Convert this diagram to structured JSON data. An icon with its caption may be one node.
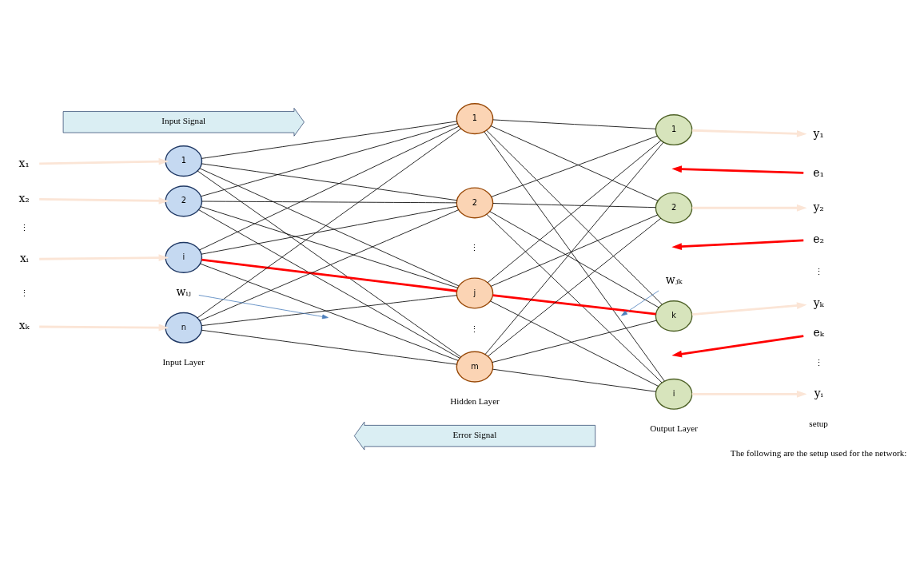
{
  "diagram": {
    "nodes": [
      {
        "text": [
          "Input Signal"
        ]
      },
      {
        "text": [
          "x₁"
        ]
      },
      {
        "text": [
          "x₂"
        ]
      },
      {
        "text": [
          "xᵢ"
        ]
      },
      {
        "text": [
          "xₖ"
        ]
      },
      {
        "text": [
          "1"
        ]
      },
      {
        "text": [
          "2"
        ]
      },
      {
        "text": [
          "i"
        ]
      },
      {
        "text": [
          "n"
        ]
      },
      {
        "text": [
          "1"
        ]
      },
      {
        "text": [
          "2"
        ]
      },
      {
        "text": [
          "j"
        ]
      },
      {
        "text": [
          "m"
        ]
      },
      {
        "text": [
          "1"
        ]
      },
      {
        "text": [
          "2"
        ]
      },
      {
        "text": [
          "k"
        ]
      },
      {
        "text": [
          "i"
        ]
      },
      {
        "text": [
          "y₁"
        ]
      },
      {
        "text": [
          "y₂"
        ]
      },
      {
        "text": [
          "yₖ"
        ]
      },
      {
        "text": [
          "yᵢ"
        ]
      },
      {
        "text": [
          "e₁"
        ]
      },
      {
        "text": [
          "e₂"
        ]
      },
      {
        "text": [
          "eₖ"
        ]
      },
      {
        "text": [
          "wᵢⱼ"
        ]
      },
      {
        "text": [
          "wⱼₖ"
        ]
      },
      {
        "text": [
          "Error Signal"
        ]
      }
    ],
    "edges": [
      {
        "from": 1,
        "to": 5,
        "arrow": "to",
        "style": "thick",
        "color": "#fbe5d6"
      },
      {
        "from": 2,
        "to": 6,
        "arrow": "to",
        "style": "thick",
        "color": "#fbe5d6"
      },
      {
        "from": 3,
        "to": 7,
        "arrow": "to",
        "style": "thick",
        "color": "#fbe5d6"
      },
      {
        "from": 4,
        "to": 8,
        "arrow": "to",
        "style": "thick",
        "color": "#fbe5d6"
      },
      {
        "from": 5,
        "to": 9,
        "arrow": "none"
      },
      {
        "from": 5,
        "to": 10,
        "arrow": "none"
      },
      {
        "from": 5,
        "to": 11,
        "arrow": "none"
      },
      {
        "from": 5,
        "to": 12,
        "arrow": "none"
      },
      {
        "from": 6,
        "to": 9,
        "arrow": "none"
      },
      {
        "from": 6,
        "to": 10,
        "arrow": "none"
      },
      {
        "from": 6,
        "to": 11,
        "arrow": "none"
      },
      {
        "from": 6,
        "to": 12,
        "arrow": "none"
      },
      {
        "from": 7,
        "to": 9,
        "arrow": "none"
      },
      {
        "from": 7,
        "to": 10,
        "arrow": "none"
      },
      {
        "from": 7,
        "to": 11,
        "arrow": "none",
        "style": "thick",
        "color": "#ff0000"
      },
      {
        "from": 7,
        "to": 12,
        "arrow": "none"
      },
      {
        "from": 8,
        "to": 9,
        "arrow": "none"
      },
      {
        "from": 8,
        "to": 10,
        "arrow": "none"
      },
      {
        "from": 8,
        "to": 11,
        "arrow": "none"
      },
      {
        "from": 8,
        "to": 12,
        "arrow": "none"
      },
      {
        "from": 9,
        "to": 13,
        "arrow": "none"
      },
      {
        "from": 9,
        "to": 14,
        "arrow": "none"
      },
      {
        "from": 9,
        "to": 15,
        "arrow": "none"
      },
      {
        "from": 9,
        "to": 16,
        "arrow": "none"
      },
      {
        "from": 10,
        "to": 13,
        "arrow": "none"
      },
      {
        "from": 10,
        "to": 14,
        "arrow": "none"
      },
      {
        "from": 10,
        "to": 15,
        "arrow": "none"
      },
      {
        "from": 10,
        "to": 16,
        "arrow": "none"
      },
      {
        "from": 11,
        "to": 13,
        "arrow": "none"
      },
      {
        "from": 11,
        "to": 14,
        "arrow": "none"
      },
      {
        "from": 11,
        "to": 15,
        "arrow": "none",
        "style": "thick",
        "color": "#ff0000"
      },
      {
        "from": 11,
        "to": 16,
        "arrow": "none"
      },
      {
        "from": 12,
        "to": 13,
        "arrow": "none"
      },
      {
        "from": 12,
        "to": 14,
        "arrow": "none"
      },
      {
        "from": 12,
        "to": 15,
        "arrow": "none"
      },
      {
        "from": 12,
        "to": 16,
        "arrow": "none"
      },
      {
        "from": 13,
        "to": 17,
        "arrow": "to",
        "style": "thick",
        "color": "#fbe5d6"
      },
      {
        "from": 14,
        "to": 18,
        "arrow": "to",
        "style": "thick",
        "color": "#fbe5d6"
      },
      {
        "from": 15,
        "to": 19,
        "arrow": "to",
        "style": "thick",
        "color": "#fbe5d6"
      },
      {
        "from": 16,
        "to": 20,
        "arrow": "to",
        "style": "thick",
        "color": "#fbe5d6"
      },
      {
        "from": 21,
        "to": null,
        "arrow": "to",
        "style": "thick",
        "color": "#ff0000"
      },
      {
        "from": 22,
        "to": null,
        "arrow": "to",
        "style": "thick",
        "color": "#ff0000"
      },
      {
        "from": 23,
        "to": null,
        "arrow": "to",
        "style": "thick",
        "color": "#ff0000"
      },
      {
        "from": 24,
        "to": null,
        "arrow": "to",
        "color": "#4f81bd"
      },
      {
        "from": 25,
        "to": null,
        "arrow": "to",
        "color": "#4f81bd"
      }
    ],
    "labels": [
      "⋮",
      "⋮",
      "⋮",
      "⋮",
      "⋮",
      "⋮",
      "Input Layer",
      "Hidden Layer",
      "Output Layer",
      "setup",
      "The following are the setup used for the network:"
    ]
  }
}
